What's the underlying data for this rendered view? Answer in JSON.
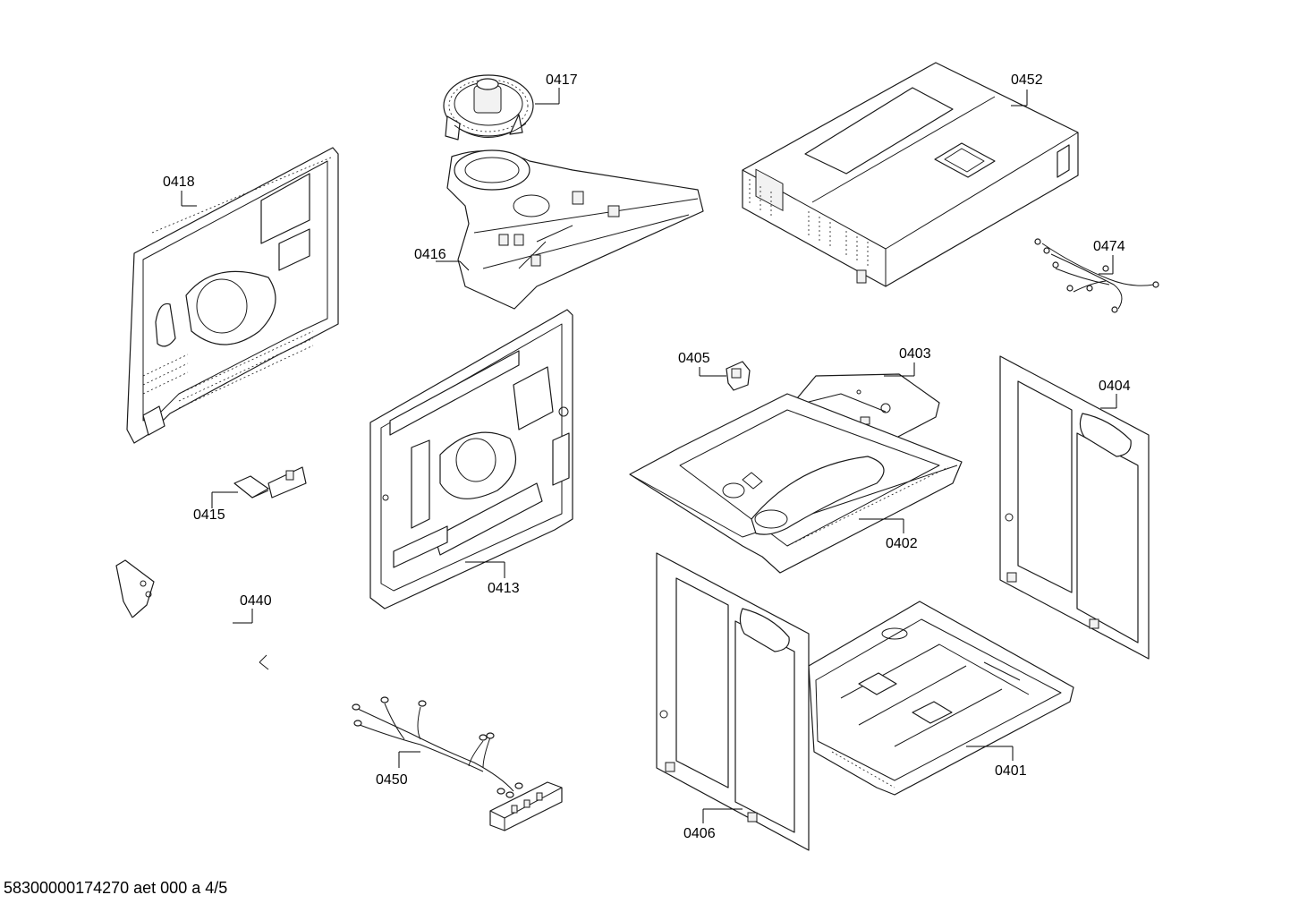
{
  "diagram": {
    "labels": {
      "p0417": "0417",
      "p0452": "0452",
      "p0418": "0418",
      "p0416": "0416",
      "p0474": "0474",
      "p0405": "0405",
      "p0403": "0403",
      "p0404": "0404",
      "p0415": "0415",
      "p0413": "0413",
      "p0402": "0402",
      "p0440": "0440",
      "p0401": "0401",
      "p0450": "0450",
      "p0406": "0406"
    }
  },
  "footer": {
    "text": "58300000174270 aet 000 a 4/5"
  }
}
